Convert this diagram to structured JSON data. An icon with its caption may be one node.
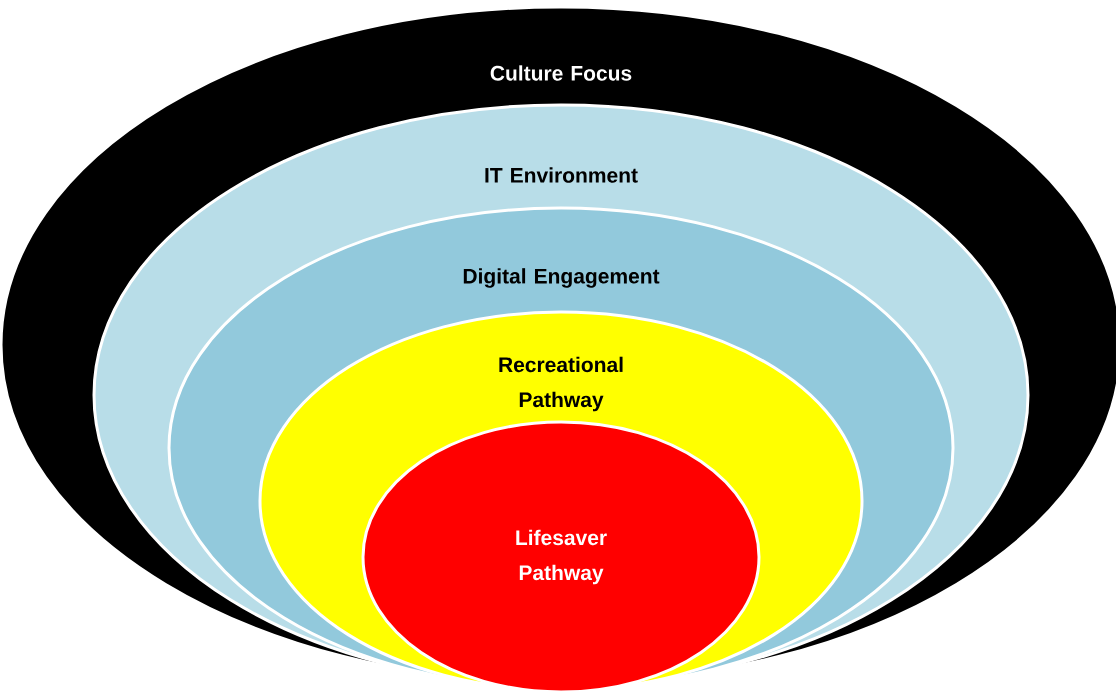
{
  "diagram": {
    "nodes": [
      {
        "text": [
          "Culture Focus"
        ]
      },
      {
        "text": [
          "IT Environment"
        ],
        "in": 0
      },
      {
        "text": [
          "Digital Engagement"
        ],
        "in": 1
      },
      {
        "text": [
          "Recreational Pathway"
        ],
        "in": 2
      },
      {
        "text": [
          "Lifesaver Pathway"
        ],
        "in": 3
      }
    ]
  }
}
